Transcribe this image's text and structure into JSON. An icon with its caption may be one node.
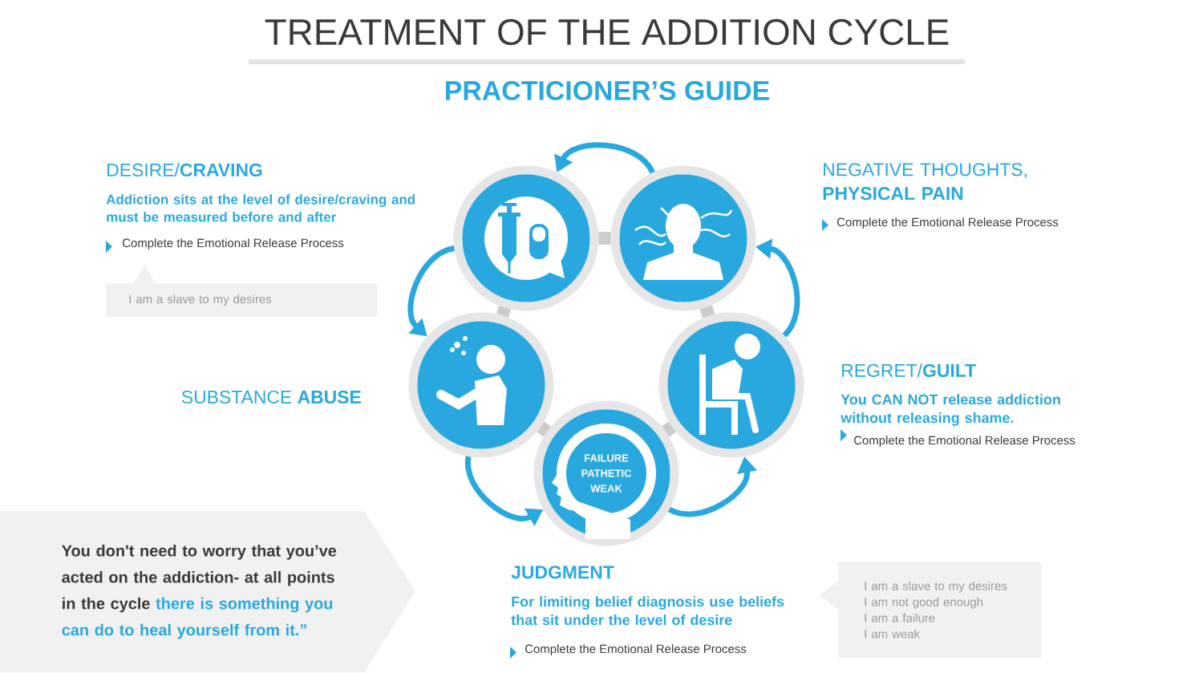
{
  "diagram": {
    "title": "TREATMENT OF THE ADDITION CYCLE",
    "nodes": [
      {
        "text": [],
        "shape": "circle"
      },
      {
        "text": [],
        "shape": "circle"
      },
      {
        "text": [],
        "shape": "circle"
      },
      {
        "text": [],
        "shape": "circle"
      },
      {
        "text": [
          "FAILURE PATHETIC WEAK"
        ]
      },
      {
        "text": [
          "I am a slave to my desires"
        ]
      },
      {
        "text": [
          "I am a slave to my desires",
          "I am not good enough",
          "I am a failure",
          "I am weak"
        ]
      },
      {
        "text": [
          "You don't need to worry that you’ve acted on the addiction- at all points in the cycle",
          "there is something you can do to heal yourself from it.”"
        ]
      }
    ],
    "edges": [
      {
        "from": 1,
        "to": 0,
        "arrow": "to"
      },
      {
        "from": 0,
        "to": 2,
        "arrow": "to"
      },
      {
        "from": 2,
        "to": 4,
        "arrow": "to"
      },
      {
        "from": 4,
        "to": 3,
        "arrow": "to"
      },
      {
        "from": 3,
        "to": 1,
        "arrow": "to"
      },
      {
        "from": 0,
        "to": 1,
        "arrow": "none",
        "style": "thick",
        "color": "#cccccc"
      },
      {
        "from": 0,
        "to": 2,
        "arrow": "none",
        "style": "thick",
        "color": "#cccccc"
      },
      {
        "from": 1,
        "to": 3,
        "arrow": "none",
        "style": "thick",
        "color": "#cccccc"
      },
      {
        "from": 2,
        "to": 4,
        "arrow": "none",
        "style": "thick",
        "color": "#cccccc"
      },
      {
        "from": 3,
        "to": 4,
        "arrow": "none",
        "style": "thick",
        "color": "#cccccc"
      }
    ],
    "labels": [
      "PRACTICIONER’S GUIDE",
      "DESIRE/**CRAVING**",
      "Addiction sits at the level of desire/craving and must be measured before and after",
      "Complete the Emotional Release Process",
      "NEGATIVE THOUGHTS, **PHYSICAL PAIN**",
      "Complete the Emotional Release Process",
      "SUBSTANCE **ABUSE**",
      "REGRET/**GUILT**",
      "You CAN NOT release addiction without releasing shame.",
      "Complete the Emotional Release Process",
      "JUDGMENT",
      "For limiting belief diagnosis use beliefs that sit under the level of desire",
      "Complete the Emotional Release Process"
    ]
  }
}
